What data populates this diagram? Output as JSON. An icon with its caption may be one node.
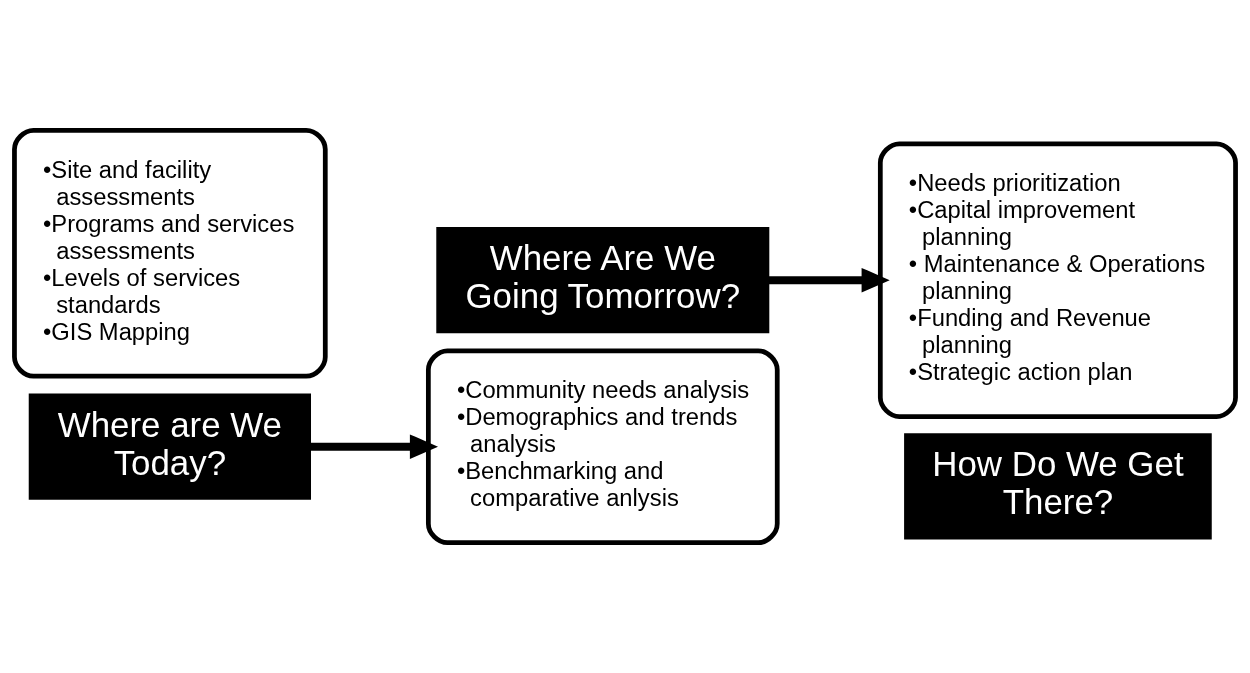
{
  "diagram": {
    "nodes": [
      {
        "text": [
          "•Site and facility assessments",
          "•Programs and services assessments",
          "•Levels of services standards",
          "•GIS Mapping"
        ]
      },
      {
        "text": [
          "Where are We Today?"
        ]
      },
      {
        "text": [
          "•Community needs analysis",
          "•Demographics and trends analysis",
          "•Benchmarking and comparative anlysis"
        ]
      },
      {
        "text": [
          "Where Are We Going Tomorrow?"
        ]
      },
      {
        "text": [
          "•Needs prioritization",
          "•Capital improvement planning",
          "• Maintenance & Operations planning",
          "•Funding and Revenue planning",
          "•Strategic action plan"
        ]
      },
      {
        "text": [
          "How Do We Get There?"
        ]
      }
    ],
    "edges": [
      {
        "from": 1,
        "to": 2,
        "arrow": "to"
      },
      {
        "from": 3,
        "to": 4,
        "arrow": "to"
      }
    ]
  }
}
